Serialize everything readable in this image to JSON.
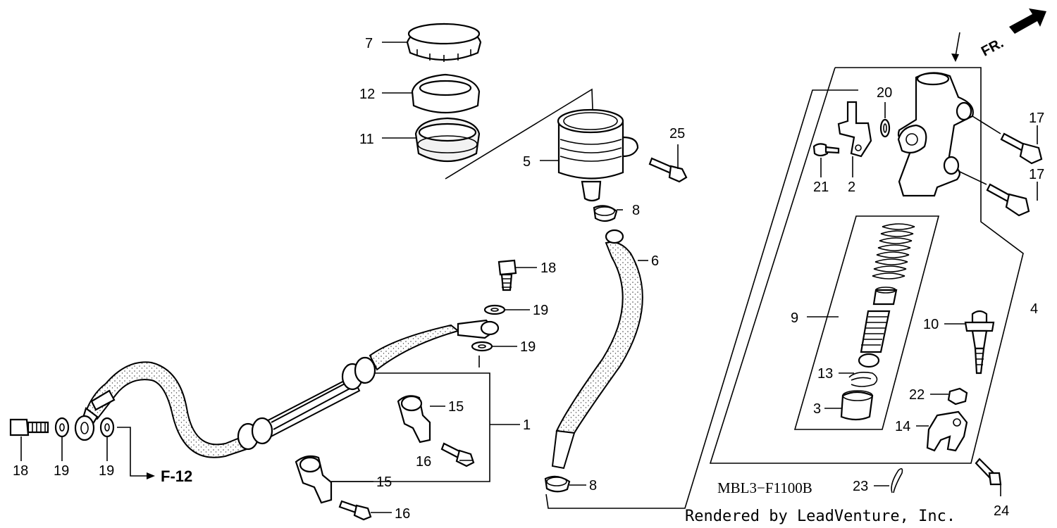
{
  "diagram_code": "MBL3−F1100B",
  "credit": "Rendered by LeadVenture, Inc.",
  "direction_label": "FR.",
  "reference_label": "F-12",
  "callouts": {
    "c1": "1",
    "c2": "2",
    "c3": "3",
    "c4": "4",
    "c5": "5",
    "c6": "6",
    "c7": "7",
    "c8a": "8",
    "c8b": "8",
    "c9": "9",
    "c10": "10",
    "c11": "11",
    "c12": "12",
    "c13": "13",
    "c14": "14",
    "c15a": "15",
    "c15b": "15",
    "c16a": "16",
    "c16b": "16",
    "c17a": "17",
    "c17b": "17",
    "c18a": "18",
    "c18b": "18",
    "c19a": "19",
    "c19b": "19",
    "c19c": "19",
    "c19d": "19",
    "c20": "20",
    "c21": "21",
    "c22": "22",
    "c23": "23",
    "c24": "24",
    "c25": "25"
  }
}
